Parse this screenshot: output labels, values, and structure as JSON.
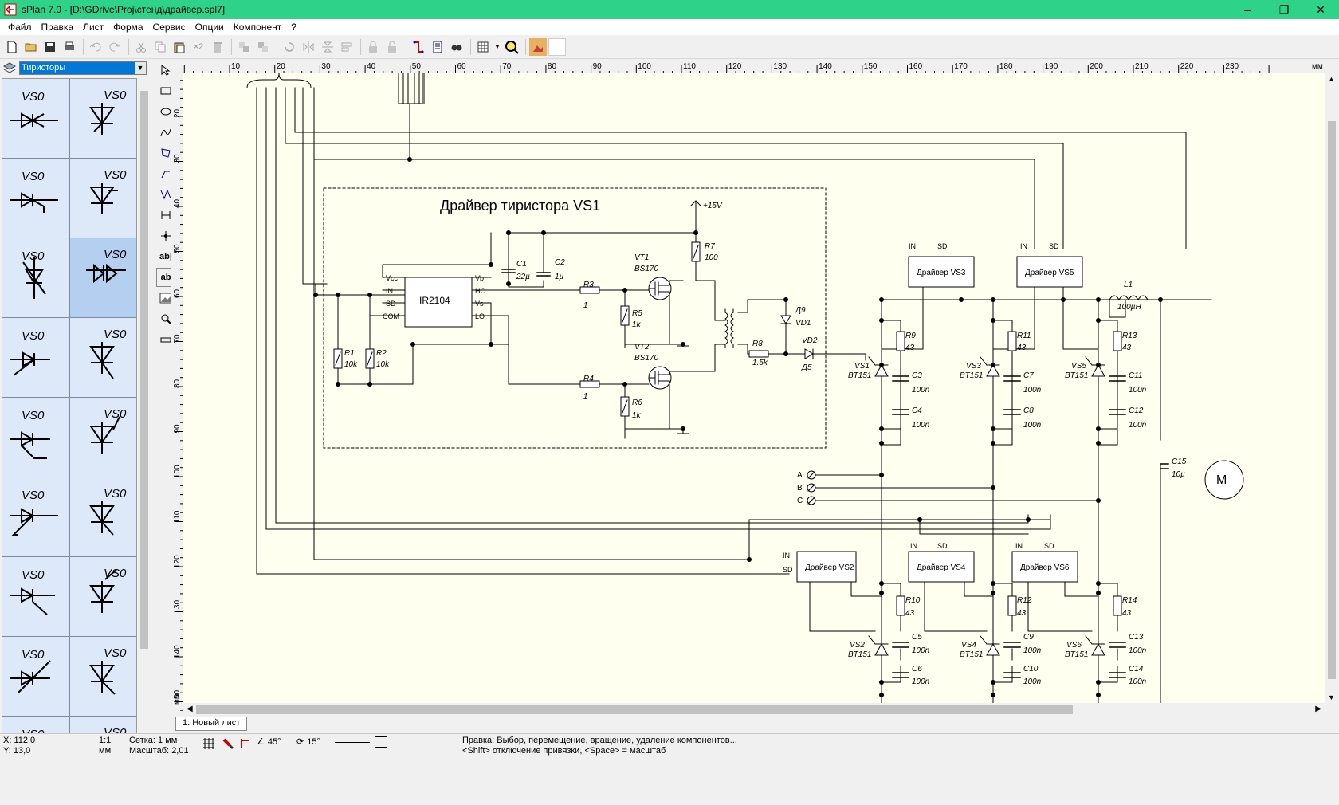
{
  "window": {
    "title": "sPlan 7.0 - [D:\\GDrive\\Proj\\стенд\\драйвер.spl7]",
    "minimize": "–",
    "maximize": "❐",
    "close": "✕"
  },
  "menu": [
    "Файл",
    "Правка",
    "Лист",
    "Форма",
    "Сервис",
    "Опции",
    "Компонент",
    "?"
  ],
  "toolbar": {
    "icons": [
      "new-file-icon",
      "open-folder-icon",
      "save-icon",
      "print-icon",
      "undo-icon",
      "redo-icon",
      "cut-icon",
      "copy-icon",
      "paste-icon",
      "duplicate-icon",
      "delete-icon",
      "group-icon",
      "ungroup-icon",
      "rotate-icon",
      "mirror-h-icon",
      "mirror-v-icon",
      "align-icon",
      "lock-icon",
      "unlock-icon",
      "net-icon",
      "list-icon",
      "find-icon",
      "grid-icon",
      "zoom-fit-icon",
      "image-icon"
    ],
    "x2_label": "×2"
  },
  "library": {
    "selected": "Тиристоры",
    "cell_label": "VS0"
  },
  "rulers": {
    "h_ticks": [
      "10",
      "20",
      "30",
      "40",
      "50",
      "60",
      "70",
      "80",
      "90",
      "100",
      "110",
      "120",
      "130",
      "140",
      "150",
      "160",
      "170",
      "180",
      "190",
      "200",
      "210",
      "220",
      "230"
    ],
    "v_ticks": [
      "20",
      "30",
      "40",
      "50",
      "60",
      "70",
      "80",
      "90",
      "100",
      "110",
      "120",
      "130",
      "140",
      "150"
    ],
    "unit": "мм"
  },
  "schematic": {
    "title": "Драйвер тиристора VS1",
    "ic": "IR2104",
    "ic_pins_left": [
      "Vcc",
      "IN",
      "SD",
      "COM"
    ],
    "ic_pins_right": [
      "Vb",
      "HO",
      "Vs",
      "LO"
    ],
    "supply": "+15V",
    "components": {
      "R1": [
        "R1",
        "10k"
      ],
      "R2": [
        "R2",
        "10k"
      ],
      "R3": [
        "R3",
        "1"
      ],
      "R4": [
        "R4",
        "1"
      ],
      "R5": [
        "R5",
        "1k"
      ],
      "R6": [
        "R6",
        "1k"
      ],
      "R7": [
        "R7",
        "100"
      ],
      "R8": [
        "R8",
        "1.5k"
      ],
      "C1": [
        "C1",
        "22µ"
      ],
      "C2": [
        "C2",
        "1µ"
      ],
      "VT1": [
        "VT1",
        "BS170"
      ],
      "VT2": [
        "VT2",
        "BS170"
      ],
      "D9": [
        "Д9",
        "VD1"
      ],
      "VD2": [
        "VD2",
        "Д5"
      ],
      "L1": [
        "L1",
        "100µH"
      ],
      "C15": [
        "C15",
        "10µ"
      ]
    },
    "drivers": [
      "Драйвер VS3",
      "Драйвер VS5",
      "Драйвер VS2",
      "Драйвер VS4",
      "Драйвер VS6"
    ],
    "pins": {
      "in": "IN",
      "sd": "SD"
    },
    "thyristors": [
      {
        "name": "VS1",
        "type": "BT151",
        "r": "R9",
        "rv": "43",
        "ca": "C3",
        "cb": "C4",
        "cv": "100n"
      },
      {
        "name": "VS3",
        "type": "BT151",
        "r": "R11",
        "rv": "43",
        "ca": "C7",
        "cb": "C8",
        "cv": "100n"
      },
      {
        "name": "VS5",
        "type": "BT151",
        "r": "R13",
        "rv": "43",
        "ca": "C11",
        "cb": "C12",
        "cv": "100n"
      },
      {
        "name": "VS2",
        "type": "BT151",
        "r": "R10",
        "rv": "43",
        "ca": "C5",
        "cb": "C6",
        "cv": "100n"
      },
      {
        "name": "VS4",
        "type": "BT151",
        "r": "R12",
        "rv": "43",
        "ca": "C9",
        "cb": "C10",
        "cv": "100n"
      },
      {
        "name": "VS6",
        "type": "BT151",
        "r": "R14",
        "rv": "43",
        "ca": "C13",
        "cb": "C14",
        "cv": "100n"
      }
    ],
    "phases": [
      "A",
      "B",
      "C"
    ],
    "motor": "M"
  },
  "tabs": {
    "sheet1": "1: Новый лист"
  },
  "status": {
    "x": "X: 112,0",
    "y": "Y: 13,0",
    "scale_ratio": "1:1",
    "unit": "мм",
    "grid": "Сетка: 1 мм",
    "zoom_label": "Масштаб:",
    "zoom": "2,01",
    "angle1": "45°",
    "angle2": "15°",
    "hint1": "Правка: Выбор, перемещение, вращение, удаление компонентов...",
    "hint2": "<Shift> отключение привязки, <Space> = масштаб"
  }
}
